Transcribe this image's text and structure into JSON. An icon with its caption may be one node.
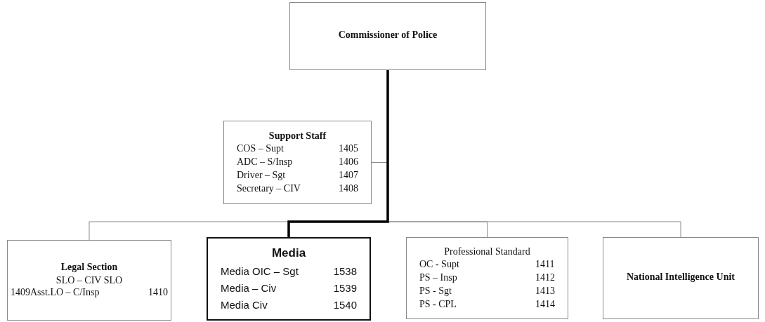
{
  "diagram": {
    "nodes": [
      {
        "text": [
          "Commissioner of Police"
        ]
      },
      {
        "text": [
          "Support Staff",
          "COS – Supt",
          "1405",
          "ADC – S/Insp",
          "1406",
          "Driver – Sgt",
          "1407",
          "Secretary – CIV",
          "1408"
        ]
      },
      {
        "text": [
          "Legal Section",
          "SLO – CIV SLO",
          "1409Asst.LO – C/Insp",
          "1410"
        ]
      },
      {
        "text": [
          "Media",
          "Media OIC – Sgt",
          "1538",
          "Media – Civ",
          "1539",
          "Media Civ",
          "1540"
        ]
      },
      {
        "text": [
          "Professional Standard",
          "OC - Supt",
          "1411",
          "PS – Insp",
          "1412",
          "PS - Sgt",
          "1413",
          "PS - CPL",
          "1414"
        ]
      },
      {
        "text": [
          "National Intelligence Unit"
        ]
      }
    ],
    "edges": [
      {
        "from": 0,
        "to": 1,
        "arrow": "none"
      },
      {
        "from": 0,
        "to": 2,
        "arrow": "none"
      },
      {
        "from": 0,
        "to": 3,
        "arrow": "none",
        "style": "thick",
        "color": "#000000"
      },
      {
        "from": 0,
        "to": 4,
        "arrow": "none"
      },
      {
        "from": 0,
        "to": 5,
        "arrow": "none"
      }
    ]
  }
}
